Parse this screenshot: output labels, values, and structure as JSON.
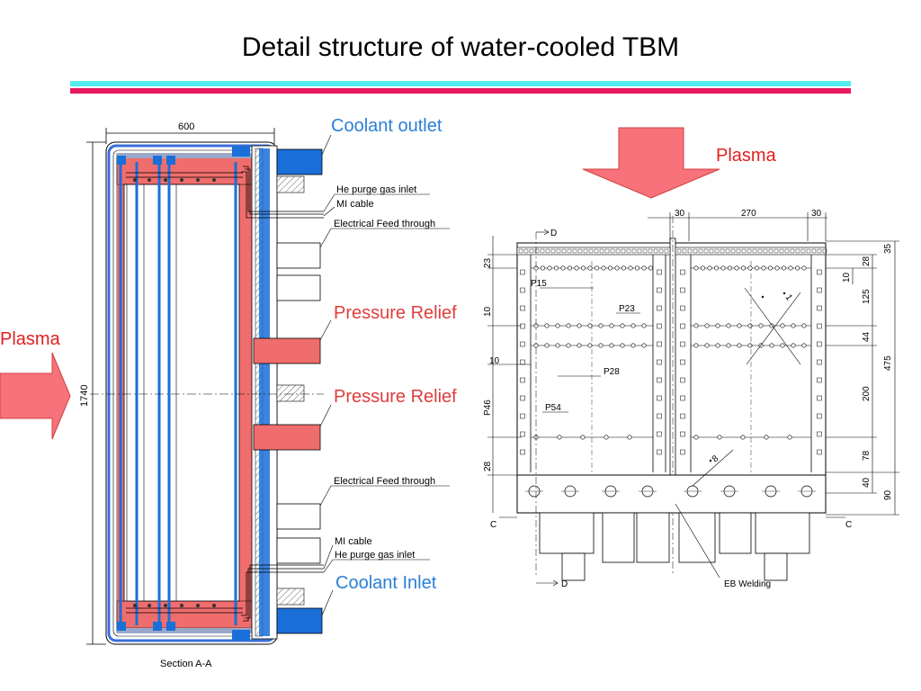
{
  "title": "Detail structure of water-cooled TBM",
  "left": {
    "dim_width": "600",
    "dim_height": "1740",
    "section_label": "Section A-A",
    "plasma_label": "Plasma",
    "coolant_outlet": "Coolant outlet",
    "coolant_inlet": "Coolant Inlet",
    "pressure_relief_1": "Pressure Relief",
    "pressure_relief_2": "Pressure Relief",
    "he_purge_top": "He purge gas inlet",
    "mi_cable_top": "MI cable",
    "elec_feed_top": "Electrical Feed through",
    "elec_feed_bottom": "Electrical Feed through",
    "mi_cable_bottom": "MI cable",
    "he_purge_bottom": "He purge gas inlet"
  },
  "right": {
    "plasma_label": "Plasma",
    "dim_30a": "30",
    "dim_270": "270",
    "dim_30b": "30",
    "dim_35": "35",
    "dim_28r": "28",
    "dim_10r": "10",
    "dim_125": "125",
    "dim_44": "44",
    "dim_475": "475",
    "dim_200": "200",
    "dim_78": "78",
    "dim_40": "40",
    "dim_90": "90",
    "dim_23": "23",
    "dim_10l": "10",
    "dim_10b": "10",
    "dim_p46": "P46",
    "dim_28l": "28",
    "p15": "P15",
    "p23": "P23",
    "p28": "P28",
    "p54": "P54",
    "ang1": "1",
    "ang8": "8",
    "d_top": "D",
    "d_bottom": "D",
    "c_left": "C",
    "c_right": "C",
    "eb_welding": "EB Welding"
  }
}
